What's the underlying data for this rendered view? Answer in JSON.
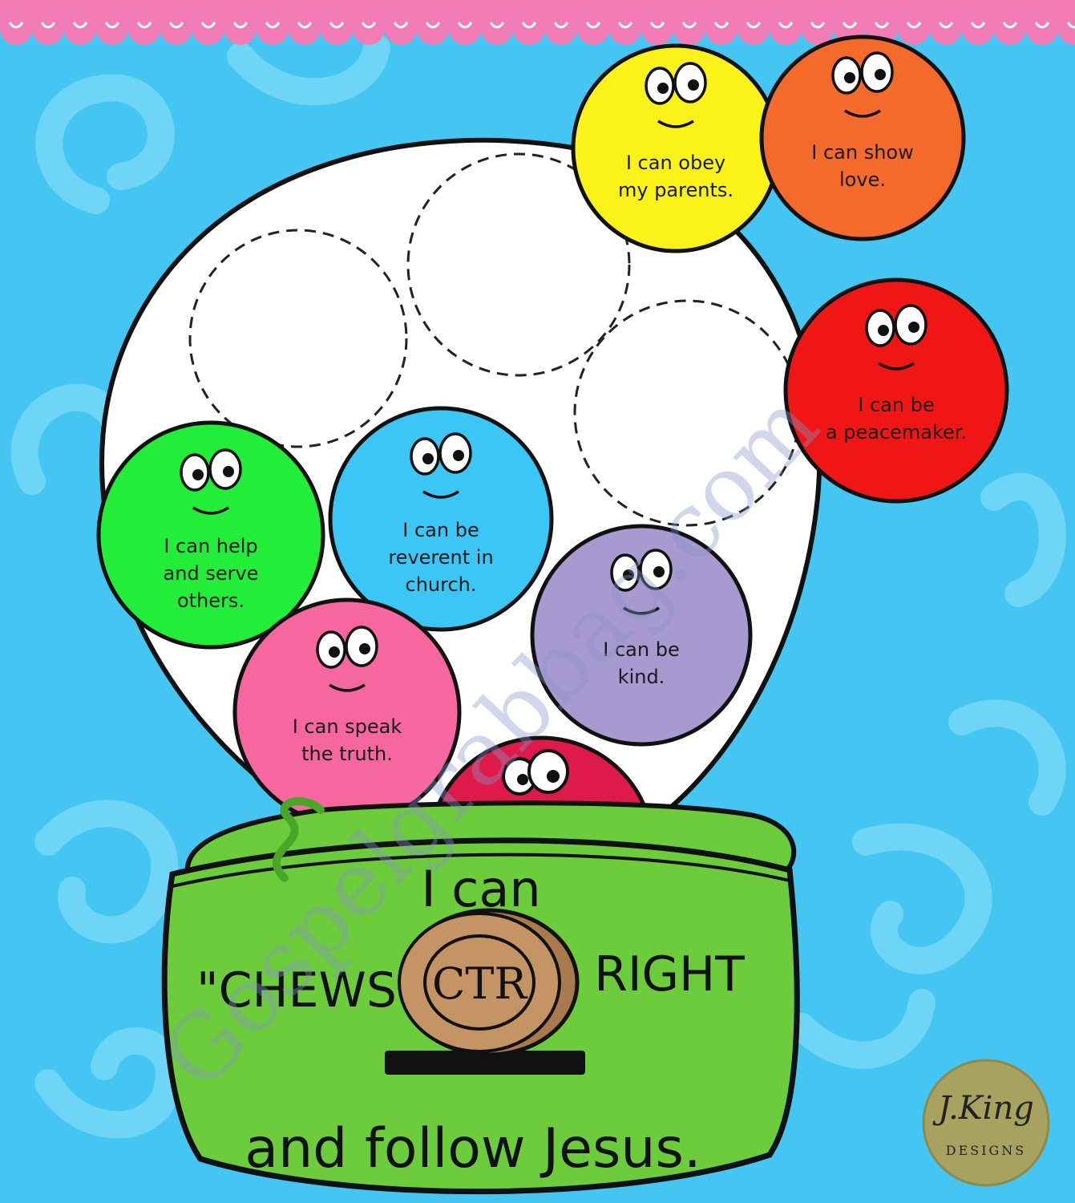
{
  "colors": {
    "background": "#45c6f2",
    "swirl": "#6fd5f7",
    "border_pink": "#f27cb5",
    "globe": "#ffffff",
    "base_green": "#6dcc3c",
    "coin": "#c49464",
    "yellow": "#fbf21a",
    "orange": "#f46a2b",
    "red": "#f01616",
    "green": "#22ee3a",
    "blue": "#3bc6f5",
    "purple": "#a69ad0",
    "pink": "#f6679f",
    "crimson": "#dd1a4a"
  },
  "gumballs": [
    {
      "id": "yellow",
      "line1": "I can obey",
      "line2": "my parents.",
      "line3": ""
    },
    {
      "id": "orange",
      "line1": "I can show",
      "line2": "love.",
      "line3": ""
    },
    {
      "id": "red",
      "line1": "I can be",
      "line2": "a peacemaker.",
      "line3": ""
    },
    {
      "id": "green",
      "line1": "I can help",
      "line2": "and serve",
      "line3": "others."
    },
    {
      "id": "blue",
      "line1": "I can be",
      "line2": "reverent in",
      "line3": "church."
    },
    {
      "id": "purple",
      "line1": "I can be",
      "line2": "kind.",
      "line3": ""
    },
    {
      "id": "pink",
      "line1": "I can speak",
      "line2": "the truth.",
      "line3": ""
    }
  ],
  "base": {
    "line1": "I can",
    "chews": "\"CHEWS",
    "right": "RIGHT",
    "line3": "and follow Jesus."
  },
  "coin": {
    "label": "CTR"
  },
  "watermark": {
    "text": "Gospelgrabbag.com"
  },
  "logo": {
    "name": "J.King",
    "sub": "DESIGNS"
  }
}
